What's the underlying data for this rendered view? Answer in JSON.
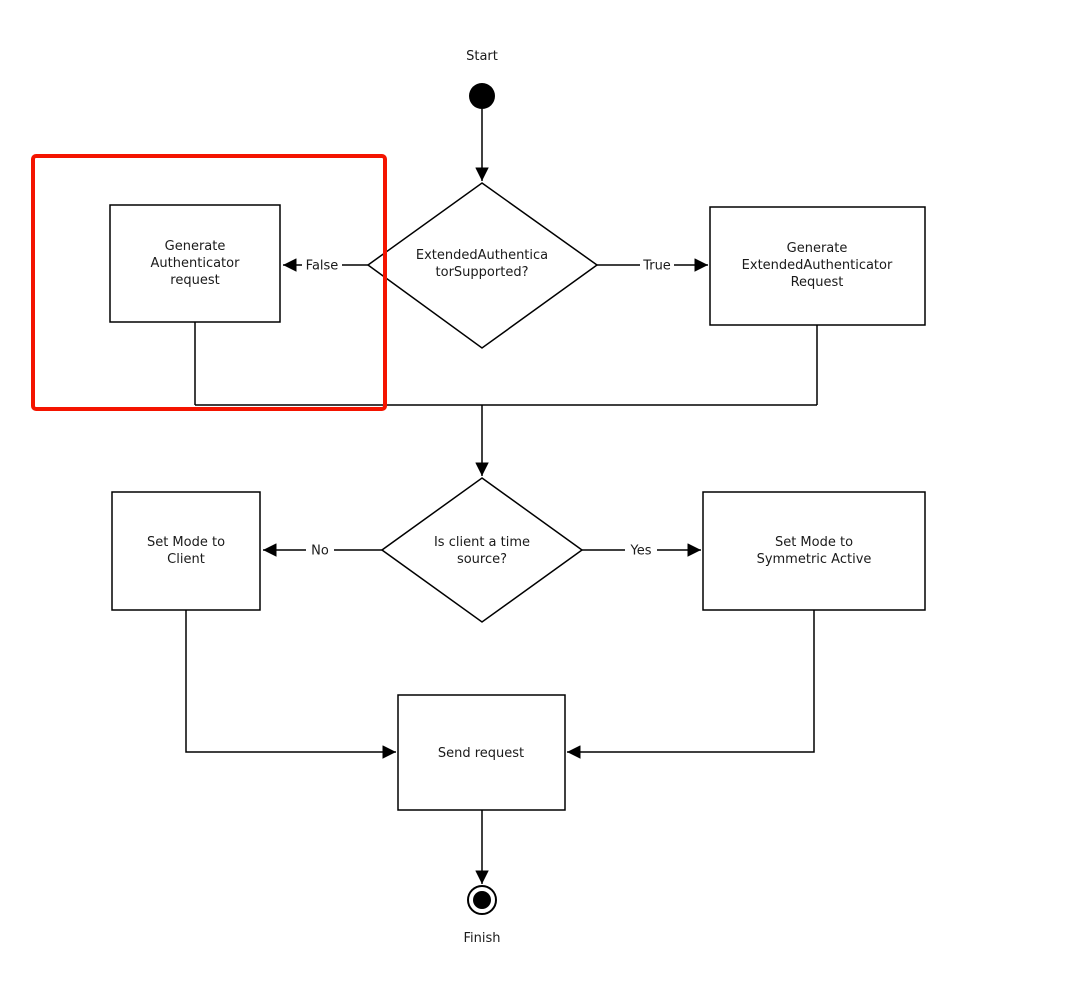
{
  "diagram": {
    "type": "flowchart",
    "colors": {
      "background": "#ffffff",
      "stroke": "#000000",
      "text": "#1a1a1a",
      "highlight": "#f41400"
    },
    "nodes": {
      "start": {
        "type": "start",
        "label": "Start"
      },
      "decision_supported": {
        "type": "decision",
        "lines": [
          "ExtendedAuthentica",
          "torSupported?"
        ]
      },
      "generate_authenticator": {
        "type": "process",
        "lines": [
          "Generate",
          "Authenticator",
          "request"
        ],
        "highlighted": true
      },
      "generate_extended": {
        "type": "process",
        "lines": [
          "Generate",
          "ExtendedAuthenticator",
          "Request"
        ]
      },
      "decision_time_source": {
        "type": "decision",
        "lines": [
          "Is client a time",
          "source?"
        ]
      },
      "set_mode_client": {
        "type": "process",
        "lines": [
          "Set Mode to",
          "Client"
        ]
      },
      "set_mode_symmetric": {
        "type": "process",
        "lines": [
          "Set Mode to",
          "Symmetric Active"
        ]
      },
      "send_request": {
        "type": "process",
        "lines": [
          "Send request"
        ]
      },
      "finish": {
        "type": "end",
        "label": "Finish"
      }
    },
    "edges": {
      "false_label": "False",
      "true_label": "True",
      "no_label": "No",
      "yes_label": "Yes"
    }
  }
}
